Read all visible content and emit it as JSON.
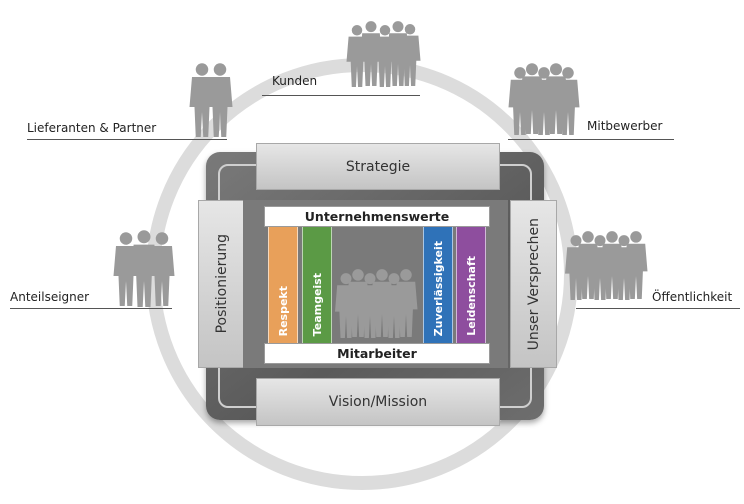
{
  "stakeholders": {
    "kunden": "Kunden",
    "lieferanten": "Lieferanten & Partner",
    "mitbewerber": "Mitbewerber",
    "anteilseigner": "Anteilseigner",
    "oeffentlichkeit": "Öffentlichkeit"
  },
  "frame": {
    "top": "Strategie",
    "bottom": "Vision/Mission",
    "left": "Positionierung",
    "right": "Unser Versprechen"
  },
  "center": {
    "header": "Unternehmenswerte",
    "footer": "Mitarbeiter"
  },
  "values": [
    {
      "label": "Respekt",
      "color": "#e8a05a"
    },
    {
      "label": "Teamgeist",
      "color": "#5b9a45"
    },
    {
      "label": "Zuverlässigkeit",
      "color": "#2f72b8"
    },
    {
      "label": "Leidenschaft",
      "color": "#8e4e9e"
    }
  ],
  "colors": {
    "ring": "#dcdcdc",
    "frame": "#666666",
    "people": "#9a9a9a"
  }
}
